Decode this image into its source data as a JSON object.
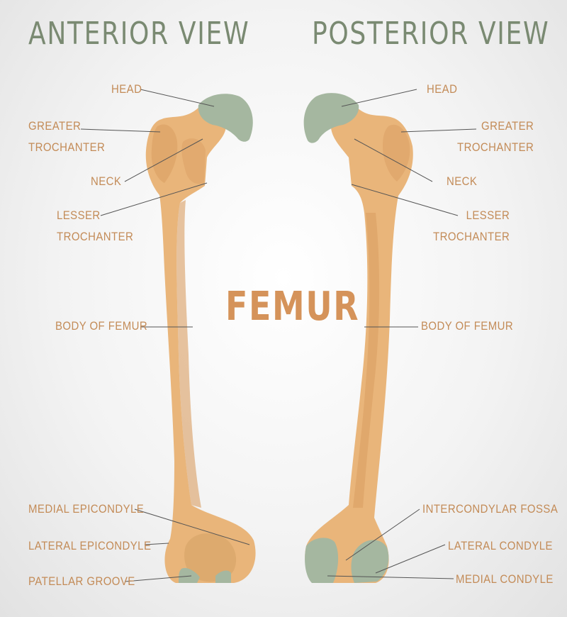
{
  "titles": {
    "anterior": "ANTERIOR VIEW",
    "posterior": "POSTERIOR VIEW",
    "main": "FEMUR"
  },
  "labels": {
    "anterior": {
      "head": "HEAD",
      "greater_trochanter_1": "GREATER",
      "greater_trochanter_2": "TROCHANTER",
      "neck": "NECK",
      "lesser_trochanter_1": "LESSER",
      "lesser_trochanter_2": "TROCHANTER",
      "body": "BODY OF FEMUR",
      "medial_epicondyle": "MEDIAL EPICONDYLE",
      "lateral_epicondyle": "LATERAL EPICONDYLE",
      "patellar_groove": "PATELLAR GROOVE"
    },
    "posterior": {
      "head": "HEAD",
      "greater_trochanter_1": "GREATER",
      "greater_trochanter_2": "TROCHANTER",
      "neck": "NECK",
      "lesser_trochanter_1": "LESSER",
      "lesser_trochanter_2": "TROCHANTER",
      "body": "BODY OF FEMUR",
      "intercondylar_fossa": "INTERCONDYLAR FOSSA",
      "lateral_condyle": "LATERAL CONDYLE",
      "medial_condyle": "MEDIAL CONDYLE"
    }
  },
  "colors": {
    "bone": "#e9b57a",
    "bone_shade": "#d99d61",
    "bone_light": "#f2c992",
    "cartilage": "#a5b7a0",
    "cartilage_dark": "#889c84",
    "title": "#7a8a72",
    "label": "#c38b57",
    "leader": "#555555"
  }
}
